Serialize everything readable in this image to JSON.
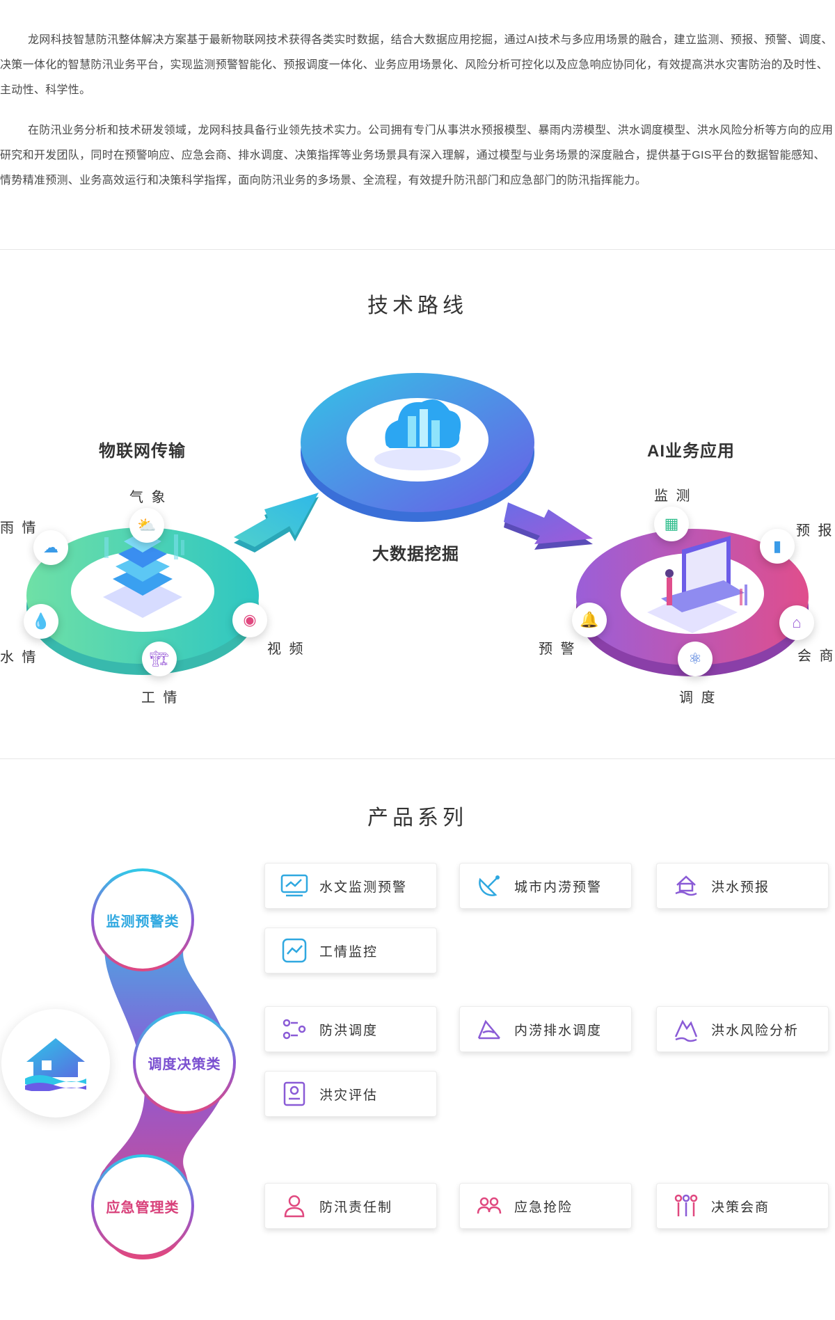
{
  "intro": {
    "paragraph1": "龙网科技智慧防汛整体解决方案基于最新物联网技术获得各类实时数据，结合大数据应用挖掘，通过AI技术与多应用场景的融合，建立监测、预报、预警、调度、决策一体化的智慧防汛业务平台，实现监测预警智能化、预报调度一体化、业务应用场景化、风险分析可控化以及应急响应协同化，有效提高洪水灾害防治的及时性、主动性、科学性。",
    "paragraph2": "在防汛业务分析和技术研发领域，龙网科技具备行业领先技术实力。公司拥有专门从事洪水预报模型、暴雨内涝模型、洪水调度模型、洪水风险分析等方向的应用研究和开发团队，同时在预警响应、应急会商、排水调度、决策指挥等业务场景具有深入理解，通过模型与业务场景的深度融合，提供基于GIS平台的数据智能感知、情势精准预测、业务高效运行和决策科学指挥，面向防汛业务的多场景、全流程，有效提升防汛部门和应急部门的防汛指挥能力。"
  },
  "tech": {
    "title": "技术路线",
    "iot": {
      "title": "物联网传输",
      "nodes": {
        "weather": "气 象",
        "rain": "雨 情",
        "water": "水 情",
        "work": "工 情",
        "video": "视 频"
      }
    },
    "bigdata": {
      "title": "大数据挖掘"
    },
    "ai": {
      "title": "AI业务应用",
      "nodes": {
        "monitor": "监 测",
        "forecast": "预 报",
        "warning": "预 警",
        "consult": "会 商",
        "dispatch": "调 度"
      }
    }
  },
  "products": {
    "title": "产品系列",
    "categories": [
      "监测预警类",
      "调度决策类",
      "应急管理类"
    ],
    "cards": [
      {
        "label": "水文监测预警",
        "icon": "hydrology-monitor-icon"
      },
      {
        "label": "城市内涝预警",
        "icon": "satellite-dish-icon"
      },
      {
        "label": "洪水预报",
        "icon": "flood-house-icon"
      },
      {
        "label": "工情监控",
        "icon": "trend-chart-icon"
      },
      {
        "label": "防洪调度",
        "icon": "flow-dispatch-icon"
      },
      {
        "label": "内涝排水调度",
        "icon": "drain-icon"
      },
      {
        "label": "洪水风险分析",
        "icon": "risk-analysis-icon"
      },
      {
        "label": "洪灾评估",
        "icon": "report-doc-icon"
      },
      {
        "label": "防汛责任制",
        "icon": "person-card-icon"
      },
      {
        "label": "应急抢险",
        "icon": "team-icon"
      },
      {
        "label": "决策会商",
        "icon": "meeting-icon"
      }
    ],
    "colors": {
      "cyan": "#2fc0e8",
      "purple": "#8a5bd6",
      "pink": "#e0487f"
    }
  }
}
